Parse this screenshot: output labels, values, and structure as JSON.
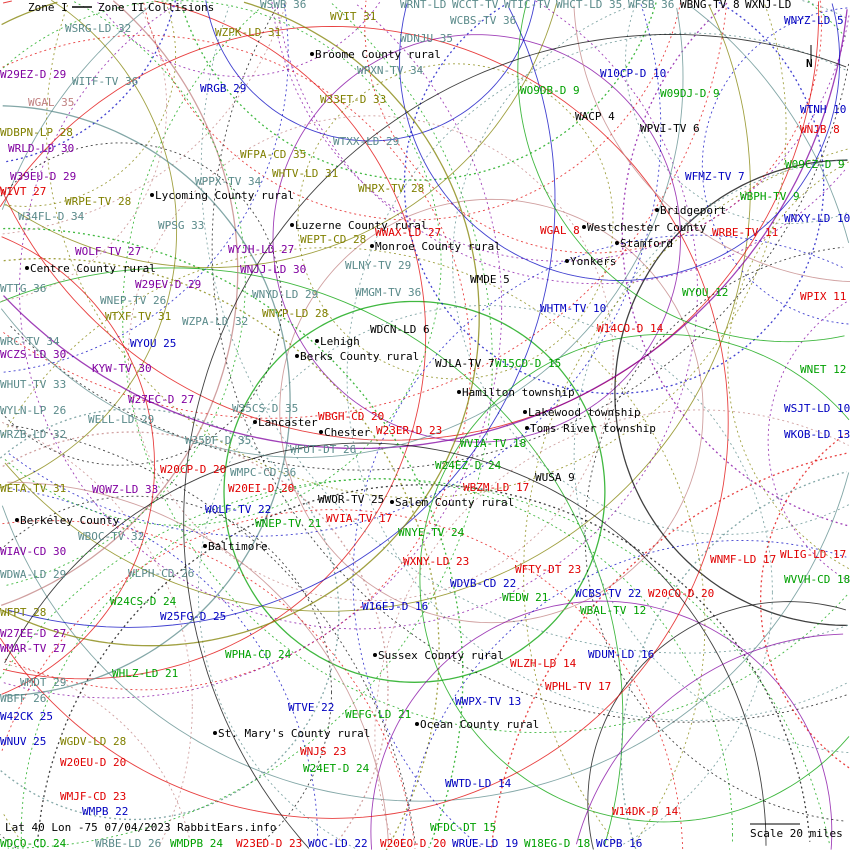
{
  "legend": {
    "zone1": "Zone I",
    "zone2": "Zone II",
    "collisions": "Collisions"
  },
  "footer": {
    "info": "Lat 40 Lon -75 07/04/2023 RabbitEars.info",
    "scale": "Scale 20 miles"
  },
  "colors": {
    "green": "#00a000",
    "red": "#e00000",
    "blue": "#0000c0",
    "olive": "#808000",
    "purple": "#8000a0",
    "gray": "#5a8a8a",
    "pink": "#c08080",
    "black": "#000000"
  },
  "stations": [
    {
      "t": "WSRG-LD 32",
      "c": "gray"
    },
    {
      "t": "WZPK-LD 31",
      "c": "olive"
    },
    {
      "t": "WSWB 36",
      "c": "gray"
    },
    {
      "t": "WVIT 31",
      "c": "olive"
    },
    {
      "t": "WRNT-LD",
      "c": "gray"
    },
    {
      "t": "WCCT-TV",
      "c": "gray"
    },
    {
      "t": "WTIC-TV",
      "c": "gray"
    },
    {
      "t": "WHCT-LD 35",
      "c": "gray"
    },
    {
      "t": "WFSB 36",
      "c": "gray"
    },
    {
      "t": "WBNG-TV 8",
      "c": "black"
    },
    {
      "t": "WXNJ-LD",
      "c": "black"
    },
    {
      "t": "WNYZ-LD 5",
      "c": "blue"
    },
    {
      "t": "W29EZ-D 29",
      "c": "purple"
    },
    {
      "t": "WITF-TV 36",
      "c": "gray"
    },
    {
      "t": "WRGB 29",
      "c": "blue"
    },
    {
      "t": "WGAL 35",
      "c": "pink"
    },
    {
      "t": "WDBPN-LP 28",
      "c": "olive"
    },
    {
      "t": "WRLD-LD 30",
      "c": "purple"
    },
    {
      "t": "W39EU-D 29",
      "c": "purple"
    },
    {
      "t": "WIVT 27",
      "c": "red"
    },
    {
      "t": "WRPE-TV 28",
      "c": "olive"
    },
    {
      "t": "W34FL-D 34",
      "c": "gray"
    },
    {
      "t": "WOLF-TV 27",
      "c": "purple"
    },
    {
      "t": "WTTG 36",
      "c": "gray"
    },
    {
      "t": "WNEP-TV 26",
      "c": "gray"
    },
    {
      "t": "WTXF-TV 31",
      "c": "olive"
    },
    {
      "t": "WZPA-LD 32",
      "c": "gray"
    },
    {
      "t": "WYOU 25",
      "c": "blue"
    },
    {
      "t": "WRC-TV 34",
      "c": "gray"
    },
    {
      "t": "WCZS-LD 30",
      "c": "purple"
    },
    {
      "t": "KYW-TV 30",
      "c": "purple"
    },
    {
      "t": "WHUT-TV 33",
      "c": "gray"
    },
    {
      "t": "W27EC-D 27",
      "c": "purple"
    },
    {
      "t": "WYLN-LP 26",
      "c": "gray"
    },
    {
      "t": "WELL-LD 29",
      "c": "gray"
    },
    {
      "t": "WRZB-LD 32",
      "c": "gray"
    },
    {
      "t": "W35DF-D 35",
      "c": "gray"
    },
    {
      "t": "W20CP-D 20",
      "c": "red"
    },
    {
      "t": "WETA-TV 31",
      "c": "olive"
    },
    {
      "t": "WQWZ-LD 33",
      "c": "purple"
    },
    {
      "t": "WFUT-DT 26",
      "c": "gray"
    },
    {
      "t": "WMPC-CD 36",
      "c": "gray"
    },
    {
      "t": "W20EI-D 20",
      "c": "red"
    },
    {
      "t": "WBOC-TV 32",
      "c": "gray"
    },
    {
      "t": "WOLF-TV 22",
      "c": "blue"
    },
    {
      "t": "WNEP-TV 21",
      "c": "green"
    },
    {
      "t": "WVIA-TV 17",
      "c": "red"
    },
    {
      "t": "WNYE-TV 24",
      "c": "green"
    },
    {
      "t": "WIAV-CD 30",
      "c": "purple"
    },
    {
      "t": "WDWA-LD 29",
      "c": "gray"
    },
    {
      "t": "WLPH-CD 26",
      "c": "gray"
    },
    {
      "t": "WFPT 28",
      "c": "olive"
    },
    {
      "t": "W24CS-D 24",
      "c": "green"
    },
    {
      "t": "W25FG-D 25",
      "c": "blue"
    },
    {
      "t": "W27EE-D 27",
      "c": "purple"
    },
    {
      "t": "WMAR-TV 27",
      "c": "purple"
    },
    {
      "t": "WPHA-CD 24",
      "c": "green"
    },
    {
      "t": "WHLZ-LD 21",
      "c": "green"
    },
    {
      "t": "WMDT 29",
      "c": "gray"
    },
    {
      "t": "WBFF 26",
      "c": "gray"
    },
    {
      "t": "W42CK 25",
      "c": "blue"
    },
    {
      "t": "WNUV 25",
      "c": "blue"
    },
    {
      "t": "WGDV-LD 28",
      "c": "olive"
    },
    {
      "t": "W20EU-D 20",
      "c": "red"
    },
    {
      "t": "WMJF-CD 23",
      "c": "red"
    },
    {
      "t": "WMPB 22",
      "c": "blue"
    },
    {
      "t": "WTVE 22",
      "c": "blue"
    },
    {
      "t": "WEFG-LD 21",
      "c": "green"
    },
    {
      "t": "WNJS 23",
      "c": "red"
    },
    {
      "t": "W24ET-D 24",
      "c": "green"
    },
    {
      "t": "WWTD-LD 14",
      "c": "blue"
    },
    {
      "t": "WWPX-TV 13",
      "c": "blue"
    },
    {
      "t": "WPHL-TV 17",
      "c": "red"
    },
    {
      "t": "WLZH-LD 14",
      "c": "red"
    },
    {
      "t": "WDUM-LD 16",
      "c": "blue"
    },
    {
      "t": "W16EJ-D 16",
      "c": "blue"
    },
    {
      "t": "WEDW 21",
      "c": "green"
    },
    {
      "t": "WDVB-CD 22",
      "c": "blue"
    },
    {
      "t": "WXNY-LD 23",
      "c": "red"
    },
    {
      "t": "WFTY-DT 23",
      "c": "red"
    },
    {
      "t": "WCBS-TV 22",
      "c": "blue"
    },
    {
      "t": "W20CO-D 20",
      "c": "red"
    },
    {
      "t": "WBAL-TV 12",
      "c": "green"
    },
    {
      "t": "WNMF-LD 17",
      "c": "red"
    },
    {
      "t": "WLIG-LD 17",
      "c": "red"
    },
    {
      "t": "WVVH-CD 18",
      "c": "green"
    },
    {
      "t": "W14DK-D 14",
      "c": "red"
    },
    {
      "t": "W20EO-D 20",
      "c": "red"
    },
    {
      "t": "WRUE-LD 19",
      "c": "blue"
    },
    {
      "t": "W18EG-D 18",
      "c": "green"
    },
    {
      "t": "WCPB 16",
      "c": "blue"
    },
    {
      "t": "WFDC-DT 15",
      "c": "green"
    },
    {
      "t": "WNJB 8",
      "c": "red"
    },
    {
      "t": "WTNH 10",
      "c": "blue"
    },
    {
      "t": "W09CZ-D 9",
      "c": "green"
    },
    {
      "t": "WNXY-LD 10",
      "c": "blue"
    },
    {
      "t": "WPIX 11",
      "c": "red"
    },
    {
      "t": "WNET 12",
      "c": "green"
    },
    {
      "t": "WSJT-LD 10",
      "c": "blue"
    },
    {
      "t": "WKOB-LD 13",
      "c": "blue"
    },
    {
      "t": "WBPH-TV 9",
      "c": "green"
    },
    {
      "t": "WFMZ-TV 7",
      "c": "blue"
    },
    {
      "t": "WRBE-TV 11",
      "c": "red"
    },
    {
      "t": "WYOU 12",
      "c": "green"
    },
    {
      "t": "W14CO-D 14",
      "c": "red"
    },
    {
      "t": "WHTM-TV 10",
      "c": "blue"
    },
    {
      "t": "W10CP-D 10",
      "c": "blue"
    },
    {
      "t": "WO9DB-D 9",
      "c": "green"
    },
    {
      "t": "W09DJ-D 9",
      "c": "green"
    },
    {
      "t": "WACP 4",
      "c": "black"
    },
    {
      "t": "WPVI-TV 6",
      "c": "black"
    },
    {
      "t": "WGAL 8",
      "c": "red"
    },
    {
      "t": "WMDE 5",
      "c": "black"
    },
    {
      "t": "WDCN-LD 6",
      "c": "black"
    },
    {
      "t": "WJLA-TV 7",
      "c": "black"
    },
    {
      "t": "W15CD-D 15",
      "c": "green"
    },
    {
      "t": "WVIA-TV 18",
      "c": "green"
    },
    {
      "t": "W24EZ-D 24",
      "c": "green"
    },
    {
      "t": "WBZM-LD 17",
      "c": "red"
    },
    {
      "t": "WUSA 9",
      "c": "black"
    },
    {
      "t": "W23ER-D 23",
      "c": "red"
    },
    {
      "t": "WBGH-CD 20",
      "c": "red"
    },
    {
      "t": "W35CS-D 35",
      "c": "gray"
    },
    {
      "t": "WWOR-TV 25",
      "c": "black"
    },
    {
      "t": "WPXN-TV 34",
      "c": "gray"
    },
    {
      "t": "W33ET-D 33",
      "c": "olive"
    },
    {
      "t": "WTXX-LD 29",
      "c": "gray"
    },
    {
      "t": "WFPA-CD 35",
      "c": "olive"
    },
    {
      "t": "WHPX-TV 28",
      "c": "olive"
    },
    {
      "t": "WHTV-LD 31",
      "c": "olive"
    },
    {
      "t": "WPPX-TV 34",
      "c": "gray"
    },
    {
      "t": "WPSG 33",
      "c": "gray"
    },
    {
      "t": "WYJH-LD 27",
      "c": "purple"
    },
    {
      "t": "WNJJ-LD 30",
      "c": "purple"
    },
    {
      "t": "W29EV-D 29",
      "c": "purple"
    },
    {
      "t": "WEPT-CD 28",
      "c": "olive"
    },
    {
      "t": "WWAX-LD 27",
      "c": "red"
    },
    {
      "t": "WLNY-TV 29",
      "c": "gray"
    },
    {
      "t": "WMGM-TV 36",
      "c": "gray"
    },
    {
      "t": "WNYD-LD 29",
      "c": "gray"
    },
    {
      "t": "WNYP-LD 28",
      "c": "olive"
    },
    {
      "t": "WDNJU 35",
      "c": "gray"
    },
    {
      "t": "WCBS-TV 36",
      "c": "gray"
    },
    {
      "t": "WDCO-CD 24",
      "c": "green"
    },
    {
      "t": "WRBE-LD 26",
      "c": "gray"
    },
    {
      "t": "WMDPB 24",
      "c": "green"
    },
    {
      "t": "W23ED-D 23",
      "c": "red"
    },
    {
      "t": "WOC-LD 22",
      "c": "blue"
    }
  ],
  "towns": [
    "Broome County rural",
    "Lycoming County rural",
    "Luzerne County rural",
    "Monroe County rural",
    "Centre County rural",
    "Yonkers",
    "Westchester County",
    "Stamford",
    "Bridgeport",
    "Berks County rural",
    "Lehigh",
    "Hamilton township",
    "Lakewood township",
    "Toms River township",
    "Lancaster",
    "Chester",
    "Sussex County rural",
    "Baltimore",
    "St. Mary's County rural",
    "Berkeley County",
    "Ocean County rural",
    "Salem County rural"
  ]
}
